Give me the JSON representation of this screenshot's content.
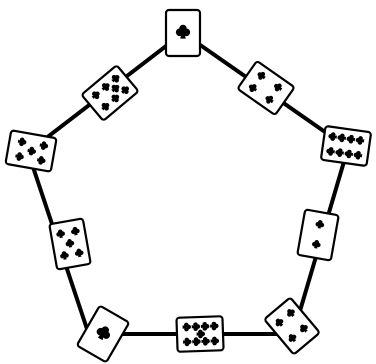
{
  "figure": {
    "description_shape": "pentagon",
    "suit": "clubs",
    "suit_symbol": "♣",
    "colors": {
      "ink": "#000000",
      "card": "#ffffff",
      "background": "#ffffff"
    },
    "cards": [
      {
        "id": "top",
        "rank": 1,
        "suit": "clubs"
      },
      {
        "id": "upper-left",
        "rank": 7,
        "suit": "clubs"
      },
      {
        "id": "upper-right",
        "rank": 4,
        "suit": "clubs"
      },
      {
        "id": "left",
        "rank": 5,
        "suit": "clubs"
      },
      {
        "id": "right",
        "rank": 8,
        "suit": "clubs"
      },
      {
        "id": "lower-left",
        "rank": 5,
        "suit": "clubs"
      },
      {
        "id": "lower-right",
        "rank": 2,
        "suit": "clubs"
      },
      {
        "id": "bottom-left",
        "rank": 1,
        "suit": "clubs"
      },
      {
        "id": "bottom-mid",
        "rank": 9,
        "suit": "clubs"
      },
      {
        "id": "bottom-right",
        "rank": 4,
        "suit": "clubs"
      }
    ]
  }
}
